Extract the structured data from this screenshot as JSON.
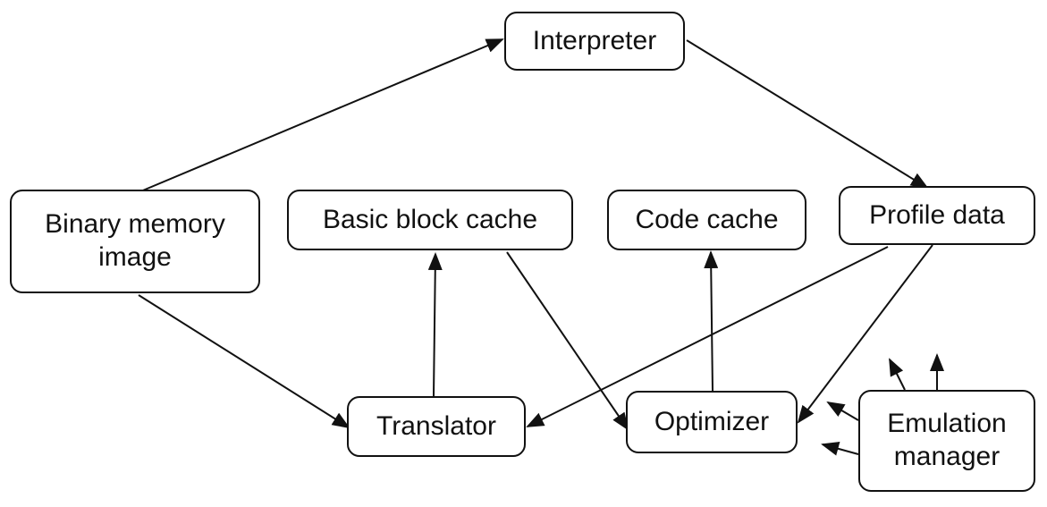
{
  "diagram": {
    "nodes": {
      "interpreter": "Interpreter",
      "binary_memory_image": "Binary memory\nimage",
      "basic_block_cache": "Basic block cache",
      "code_cache": "Code cache",
      "profile_data": "Profile data",
      "translator": "Translator",
      "optimizer": "Optimizer",
      "emulation_manager": "Emulation\nmanager"
    },
    "edges": [
      {
        "from": "binary_memory_image",
        "to": "interpreter"
      },
      {
        "from": "interpreter",
        "to": "profile_data"
      },
      {
        "from": "binary_memory_image",
        "to": "translator"
      },
      {
        "from": "translator",
        "to": "basic_block_cache"
      },
      {
        "from": "basic_block_cache",
        "to": "optimizer"
      },
      {
        "from": "optimizer",
        "to": "code_cache"
      },
      {
        "from": "profile_data",
        "to": "translator"
      },
      {
        "from": "profile_data",
        "to": "optimizer"
      }
    ],
    "colors": {
      "stroke": "#111111",
      "background": "#ffffff"
    }
  }
}
